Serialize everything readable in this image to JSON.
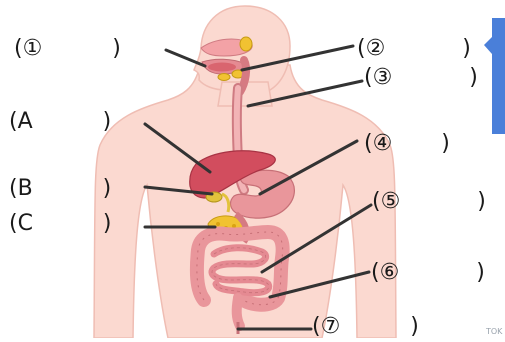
{
  "labels": {
    "l1": "(①          )",
    "l2": "(②           )",
    "l3": "(③           )",
    "lA": "(A          )",
    "l4": "(④       )",
    "lB": "(B          )",
    "l5": "(⑤           )",
    "lC": "(C          )",
    "l6": "(⑥           )",
    "l7": "(⑦          )"
  },
  "watermark": "TOK",
  "colors": {
    "skin": "#fbd9d0",
    "skin_edge": "#efbdb3",
    "organ": "#e9969b",
    "organ_edge": "#c77077",
    "liver": "#d24d5e",
    "gland": "#f1c232",
    "gallbladder": "#e2c23c",
    "leader": "#333333",
    "side_tab": "#4a7fd9"
  }
}
